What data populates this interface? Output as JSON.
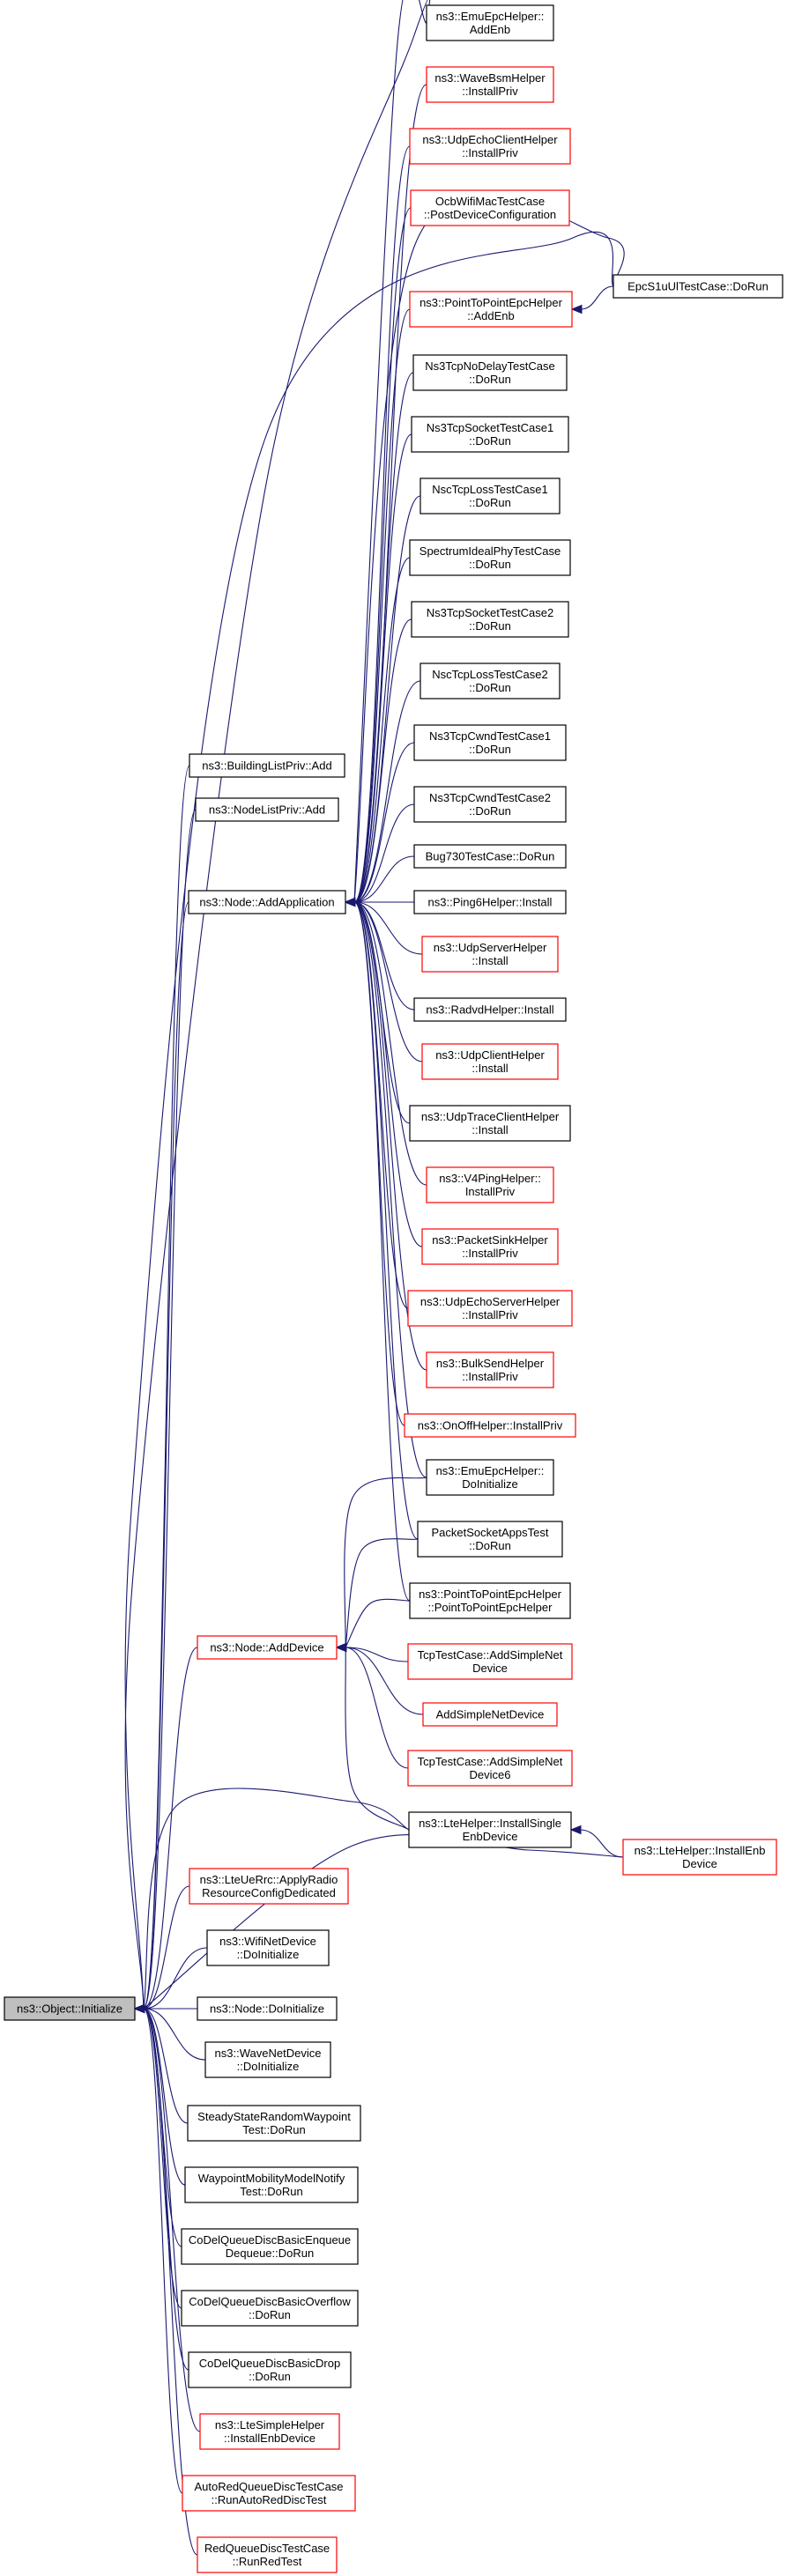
{
  "graph": {
    "root": "n_init",
    "nodes": [
      {
        "id": "n_init",
        "lines": [
          "ns3::Object::Initialize"
        ],
        "color": "root"
      },
      {
        "id": "n_blp",
        "lines": [
          "ns3::BuildingListPriv::Add"
        ],
        "color": "black"
      },
      {
        "id": "n_nlp",
        "lines": [
          "ns3::NodeListPriv::Add"
        ],
        "color": "black"
      },
      {
        "id": "n_addapp",
        "lines": [
          "ns3::Node::AddApplication"
        ],
        "color": "black"
      },
      {
        "id": "n_adddev",
        "lines": [
          "ns3::Node::AddDevice"
        ],
        "color": "red"
      },
      {
        "id": "n_lteuerrc",
        "lines": [
          "ns3::LteUeRrc::ApplyRadio",
          "ResourceConfigDedicated"
        ],
        "color": "red"
      },
      {
        "id": "n_wifidev",
        "lines": [
          "ns3::WifiNetDevice",
          "::DoInitialize"
        ],
        "color": "black"
      },
      {
        "id": "n_nodeinit",
        "lines": [
          "ns3::Node::DoInitialize"
        ],
        "color": "black"
      },
      {
        "id": "n_wavedev",
        "lines": [
          "ns3::WaveNetDevice",
          "::DoInitialize"
        ],
        "color": "black"
      },
      {
        "id": "n_ssrw",
        "lines": [
          "SteadyStateRandomWaypoint",
          "Test::DoRun"
        ],
        "color": "black"
      },
      {
        "id": "n_wmmn",
        "lines": [
          "WaypointMobilityModelNotify",
          "Test::DoRun"
        ],
        "color": "black"
      },
      {
        "id": "n_cdeq",
        "lines": [
          "CoDelQueueDiscBasicEnqueue",
          "Dequeue::DoRun"
        ],
        "color": "black"
      },
      {
        "id": "n_cdov",
        "lines": [
          "CoDelQueueDiscBasicOverflow",
          "::DoRun"
        ],
        "color": "black"
      },
      {
        "id": "n_cddrop",
        "lines": [
          "CoDelQueueDiscBasicDrop",
          "::DoRun"
        ],
        "color": "black"
      },
      {
        "id": "n_ltesimple",
        "lines": [
          "ns3::LteSimpleHelper",
          "::InstallEnbDevice"
        ],
        "color": "red"
      },
      {
        "id": "n_autored",
        "lines": [
          "AutoRedQueueDiscTestCase",
          "::RunAutoRedDiscTest"
        ],
        "color": "red"
      },
      {
        "id": "n_redq",
        "lines": [
          "RedQueueDiscTestCase",
          "::RunRedTest"
        ],
        "color": "red"
      },
      {
        "id": "n_emuadd",
        "lines": [
          "ns3::EmuEpcHelper::",
          "AddEnb"
        ],
        "color": "black"
      },
      {
        "id": "n_wavebsm",
        "lines": [
          "ns3::WaveBsmHelper",
          "::InstallPriv"
        ],
        "color": "red"
      },
      {
        "id": "n_udpecho_c",
        "lines": [
          "ns3::UdpEchoClientHelper",
          "::InstallPriv"
        ],
        "color": "red"
      },
      {
        "id": "n_ocb",
        "lines": [
          "OcbWifiMacTestCase",
          "::PostDeviceConfiguration"
        ],
        "color": "red"
      },
      {
        "id": "n_p2padd",
        "lines": [
          "ns3::PointToPointEpcHelper",
          "::AddEnb"
        ],
        "color": "red"
      },
      {
        "id": "n_nodelay",
        "lines": [
          "Ns3TcpNoDelayTestCase",
          "::DoRun"
        ],
        "color": "black"
      },
      {
        "id": "n_sock1",
        "lines": [
          "Ns3TcpSocketTestCase1",
          "::DoRun"
        ],
        "color": "black"
      },
      {
        "id": "n_nscloss1",
        "lines": [
          "NscTcpLossTestCase1",
          "::DoRun"
        ],
        "color": "black"
      },
      {
        "id": "n_spectrum",
        "lines": [
          "SpectrumIdealPhyTestCase",
          "::DoRun"
        ],
        "color": "black"
      },
      {
        "id": "n_sock2",
        "lines": [
          "Ns3TcpSocketTestCase2",
          "::DoRun"
        ],
        "color": "black"
      },
      {
        "id": "n_nscloss2",
        "lines": [
          "NscTcpLossTestCase2",
          "::DoRun"
        ],
        "color": "black"
      },
      {
        "id": "n_cwnd1",
        "lines": [
          "Ns3TcpCwndTestCase1",
          "::DoRun"
        ],
        "color": "black"
      },
      {
        "id": "n_cwnd2",
        "lines": [
          "Ns3TcpCwndTestCase2",
          "::DoRun"
        ],
        "color": "black"
      },
      {
        "id": "n_bug730",
        "lines": [
          "Bug730TestCase::DoRun"
        ],
        "color": "black"
      },
      {
        "id": "n_ping6",
        "lines": [
          "ns3::Ping6Helper::Install"
        ],
        "color": "black"
      },
      {
        "id": "n_udpserver",
        "lines": [
          "ns3::UdpServerHelper",
          "::Install"
        ],
        "color": "red"
      },
      {
        "id": "n_radvd",
        "lines": [
          "ns3::RadvdHelper::Install"
        ],
        "color": "black"
      },
      {
        "id": "n_udpclient",
        "lines": [
          "ns3::UdpClientHelper",
          "::Install"
        ],
        "color": "red"
      },
      {
        "id": "n_udptrace",
        "lines": [
          "ns3::UdpTraceClientHelper",
          "::Install"
        ],
        "color": "black"
      },
      {
        "id": "n_v4ping",
        "lines": [
          "ns3::V4PingHelper::",
          "InstallPriv"
        ],
        "color": "red"
      },
      {
        "id": "n_pktsink",
        "lines": [
          "ns3::PacketSinkHelper",
          "::InstallPriv"
        ],
        "color": "red"
      },
      {
        "id": "n_udpecho_s",
        "lines": [
          "ns3::UdpEchoServerHelper",
          "::InstallPriv"
        ],
        "color": "red"
      },
      {
        "id": "n_bulksend",
        "lines": [
          "ns3::BulkSendHelper",
          "::InstallPriv"
        ],
        "color": "red"
      },
      {
        "id": "n_onoff",
        "lines": [
          "ns3::OnOffHelper::InstallPriv"
        ],
        "color": "red"
      },
      {
        "id": "n_emuinit",
        "lines": [
          "ns3::EmuEpcHelper::",
          "DoInitialize"
        ],
        "color": "black"
      },
      {
        "id": "n_pktsock",
        "lines": [
          "PacketSocketAppsTest",
          "::DoRun"
        ],
        "color": "black"
      },
      {
        "id": "n_p2pctor",
        "lines": [
          "ns3::PointToPointEpcHelper",
          "::PointToPointEpcHelper"
        ],
        "color": "black"
      },
      {
        "id": "n_tcpadd",
        "lines": [
          "TcpTestCase::AddSimpleNet",
          "Device"
        ],
        "color": "red"
      },
      {
        "id": "n_addsimple",
        "lines": [
          "AddSimpleNetDevice"
        ],
        "color": "red"
      },
      {
        "id": "n_tcpadd6",
        "lines": [
          "TcpTestCase::AddSimpleNet",
          "Device6"
        ],
        "color": "red"
      },
      {
        "id": "n_lteinstall",
        "lines": [
          "ns3::LteHelper::InstallSingle",
          "EnbDevice"
        ],
        "color": "black"
      },
      {
        "id": "n_epcs1u",
        "lines": [
          "EpcS1uUlTestCase::DoRun"
        ],
        "color": "black"
      },
      {
        "id": "n_lteenb",
        "lines": [
          "ns3::LteHelper::InstallEnb",
          "Device"
        ],
        "color": "red"
      }
    ],
    "edges": [
      {
        "from": "n_blp",
        "to": "n_init"
      },
      {
        "from": "n_nlp",
        "to": "n_init"
      },
      {
        "from": "n_addapp",
        "to": "n_init"
      },
      {
        "from": "n_adddev",
        "to": "n_init"
      },
      {
        "from": "n_lteuerrc",
        "to": "n_init"
      },
      {
        "from": "n_wifidev",
        "to": "n_init"
      },
      {
        "from": "n_nodeinit",
        "to": "n_init"
      },
      {
        "from": "n_wavedev",
        "to": "n_init"
      },
      {
        "from": "n_ssrw",
        "to": "n_init"
      },
      {
        "from": "n_wmmn",
        "to": "n_init"
      },
      {
        "from": "n_cdeq",
        "to": "n_init"
      },
      {
        "from": "n_cdov",
        "to": "n_init"
      },
      {
        "from": "n_cddrop",
        "to": "n_init"
      },
      {
        "from": "n_ltesimple",
        "to": "n_init"
      },
      {
        "from": "n_autored",
        "to": "n_init"
      },
      {
        "from": "n_redq",
        "to": "n_init"
      },
      {
        "from": "n_emuadd",
        "to": "n_init"
      },
      {
        "from": "n_epcs1u",
        "to": "n_init"
      },
      {
        "from": "n_lteinstall",
        "to": "n_init"
      },
      {
        "from": "n_lteenb",
        "to": "n_init"
      },
      {
        "from": "n_emuadd",
        "to": "n_addapp"
      },
      {
        "from": "n_wavebsm",
        "to": "n_addapp"
      },
      {
        "from": "n_udpecho_c",
        "to": "n_addapp"
      },
      {
        "from": "n_ocb",
        "to": "n_addapp"
      },
      {
        "from": "n_p2padd",
        "to": "n_addapp"
      },
      {
        "from": "n_epcs1u",
        "to": "n_addapp"
      },
      {
        "from": "n_nodelay",
        "to": "n_addapp"
      },
      {
        "from": "n_sock1",
        "to": "n_addapp"
      },
      {
        "from": "n_nscloss1",
        "to": "n_addapp"
      },
      {
        "from": "n_spectrum",
        "to": "n_addapp"
      },
      {
        "from": "n_sock2",
        "to": "n_addapp"
      },
      {
        "from": "n_nscloss2",
        "to": "n_addapp"
      },
      {
        "from": "n_cwnd1",
        "to": "n_addapp"
      },
      {
        "from": "n_cwnd2",
        "to": "n_addapp"
      },
      {
        "from": "n_bug730",
        "to": "n_addapp"
      },
      {
        "from": "n_ping6",
        "to": "n_addapp"
      },
      {
        "from": "n_udpserver",
        "to": "n_addapp"
      },
      {
        "from": "n_radvd",
        "to": "n_addapp"
      },
      {
        "from": "n_udpclient",
        "to": "n_addapp"
      },
      {
        "from": "n_udptrace",
        "to": "n_addapp"
      },
      {
        "from": "n_v4ping",
        "to": "n_addapp"
      },
      {
        "from": "n_pktsink",
        "to": "n_addapp"
      },
      {
        "from": "n_udpecho_s",
        "to": "n_addapp"
      },
      {
        "from": "n_bulksend",
        "to": "n_addapp"
      },
      {
        "from": "n_onoff",
        "to": "n_addapp"
      },
      {
        "from": "n_emuinit",
        "to": "n_addapp"
      },
      {
        "from": "n_pktsock",
        "to": "n_addapp"
      },
      {
        "from": "n_p2pctor",
        "to": "n_addapp"
      },
      {
        "from": "n_emuinit",
        "to": "n_adddev"
      },
      {
        "from": "n_pktsock",
        "to": "n_adddev"
      },
      {
        "from": "n_p2pctor",
        "to": "n_adddev"
      },
      {
        "from": "n_tcpadd",
        "to": "n_adddev"
      },
      {
        "from": "n_addsimple",
        "to": "n_adddev"
      },
      {
        "from": "n_tcpadd6",
        "to": "n_adddev"
      },
      {
        "from": "n_lteinstall",
        "to": "n_adddev"
      },
      {
        "from": "n_epcs1u",
        "to": "n_p2padd"
      },
      {
        "from": "n_lteenb",
        "to": "n_lteinstall"
      }
    ]
  }
}
